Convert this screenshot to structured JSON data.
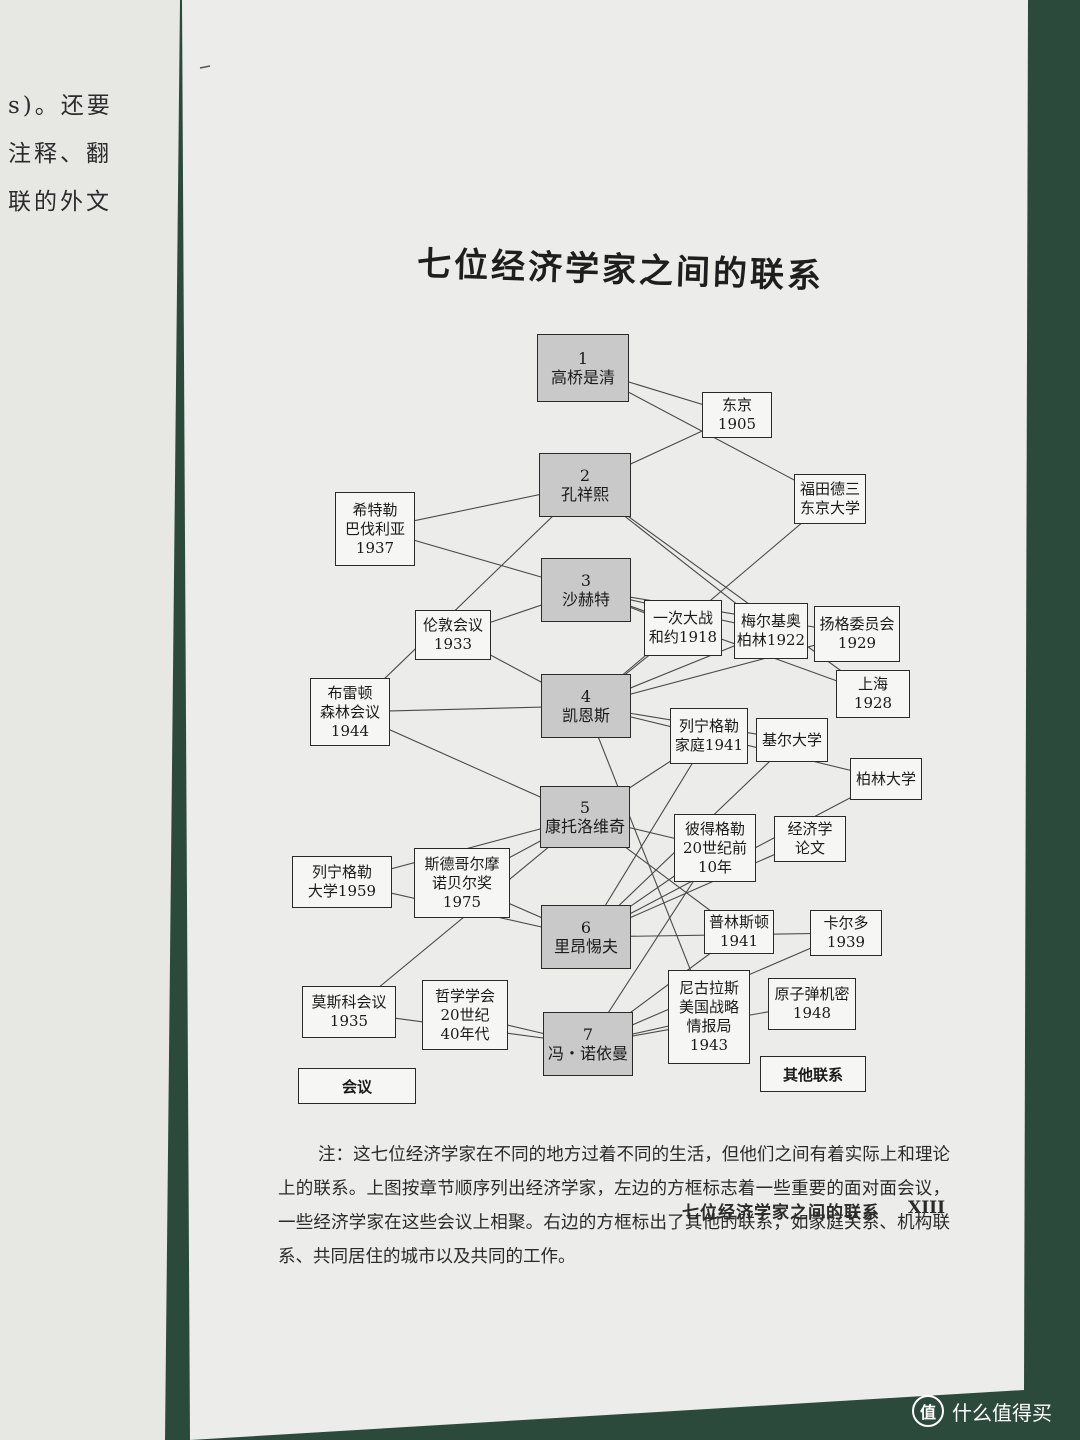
{
  "left_page": {
    "lines": [
      "s)。还要",
      "注释、翻",
      "联的外文"
    ]
  },
  "title": "七位经济学家之间的联系",
  "economists": [
    {
      "id": "e1",
      "num": "1",
      "name": "高桥是清"
    },
    {
      "id": "e2",
      "num": "2",
      "name": "孔祥熙"
    },
    {
      "id": "e3",
      "num": "3",
      "name": "沙赫特"
    },
    {
      "id": "e4",
      "num": "4",
      "name": "凯恩斯"
    },
    {
      "id": "e5",
      "num": "5",
      "name": "康托洛维奇"
    },
    {
      "id": "e6",
      "num": "6",
      "name": "里昂惕夫"
    },
    {
      "id": "e7",
      "num": "7",
      "name": "冯・诺依曼"
    }
  ],
  "meetings": [
    {
      "id": "hitler",
      "lines": [
        "希特勒",
        "巴伐利亚",
        "1937"
      ]
    },
    {
      "id": "london",
      "lines": [
        "伦敦会议",
        "1933"
      ]
    },
    {
      "id": "bretton",
      "lines": [
        "布雷顿",
        "森林会议",
        "1944"
      ]
    },
    {
      "id": "leningrad",
      "lines": [
        "列宁格勒",
        "大学1959"
      ]
    },
    {
      "id": "stockholm",
      "lines": [
        "斯德哥尔摩",
        "诺贝尔奖",
        "1975"
      ]
    },
    {
      "id": "moscow",
      "lines": [
        "莫斯科会议",
        "1935"
      ]
    },
    {
      "id": "philo",
      "lines": [
        "哲学学会",
        "20世纪",
        "40年代"
      ]
    }
  ],
  "others": [
    {
      "id": "tokyo",
      "lines": [
        "东京",
        "1905"
      ]
    },
    {
      "id": "fukuda",
      "lines": [
        "福田德三",
        "东京大学"
      ]
    },
    {
      "id": "ww1",
      "lines": [
        "一次大战",
        "和约1918"
      ]
    },
    {
      "id": "melchior",
      "lines": [
        "梅尔基奥",
        "柏林1922"
      ]
    },
    {
      "id": "young",
      "lines": [
        "扬格委员会",
        "1929"
      ]
    },
    {
      "id": "shanghai",
      "lines": [
        "上海",
        "1928"
      ]
    },
    {
      "id": "lenfam",
      "lines": [
        "列宁格勒",
        "家庭1941"
      ]
    },
    {
      "id": "kiel",
      "lines": [
        "基尔大学"
      ]
    },
    {
      "id": "berlinu",
      "lines": [
        "柏林大学"
      ]
    },
    {
      "id": "petro",
      "lines": [
        "彼得格勒",
        "20世纪前",
        "10年"
      ]
    },
    {
      "id": "thesis",
      "lines": [
        "经济学",
        "论文"
      ]
    },
    {
      "id": "princeton",
      "lines": [
        "普林斯顿",
        "1941"
      ]
    },
    {
      "id": "cardozo",
      "lines": [
        "卡尔多",
        "1939"
      ]
    },
    {
      "id": "oss",
      "lines": [
        "尼古拉斯",
        "美国战略",
        "情报局",
        "1943"
      ]
    },
    {
      "id": "atomic",
      "lines": [
        "原子弹机密",
        "1948"
      ]
    }
  ],
  "legend": {
    "meetings": "会议",
    "others": "其他联系"
  },
  "edges": [
    [
      "e1",
      "tokyo"
    ],
    [
      "e1",
      "fukuda"
    ],
    [
      "e2",
      "tokyo"
    ],
    [
      "e2",
      "hitler"
    ],
    [
      "e2",
      "bretton"
    ],
    [
      "e2",
      "melchior"
    ],
    [
      "e2",
      "shanghai"
    ],
    [
      "e3",
      "hitler"
    ],
    [
      "e3",
      "london"
    ],
    [
      "e3",
      "ww1"
    ],
    [
      "e3",
      "melchior"
    ],
    [
      "e3",
      "young"
    ],
    [
      "e3",
      "shanghai"
    ],
    [
      "e4",
      "london"
    ],
    [
      "e4",
      "bretton"
    ],
    [
      "e4",
      "ww1"
    ],
    [
      "e4",
      "melchior"
    ],
    [
      "e4",
      "young"
    ],
    [
      "e4",
      "fukuda"
    ],
    [
      "e4",
      "kiel"
    ],
    [
      "e4",
      "berlinu"
    ],
    [
      "e4",
      "oss"
    ],
    [
      "e5",
      "bretton"
    ],
    [
      "e5",
      "leningrad"
    ],
    [
      "e5",
      "stockholm"
    ],
    [
      "e5",
      "moscow"
    ],
    [
      "e5",
      "lenfam"
    ],
    [
      "e5",
      "petro"
    ],
    [
      "e5",
      "princeton"
    ],
    [
      "e6",
      "leningrad"
    ],
    [
      "e6",
      "stockholm"
    ],
    [
      "e6",
      "petro"
    ],
    [
      "e6",
      "thesis"
    ],
    [
      "e6",
      "kiel"
    ],
    [
      "e6",
      "berlinu"
    ],
    [
      "e6",
      "cardozo"
    ],
    [
      "e6",
      "lenfam"
    ],
    [
      "e7",
      "moscow"
    ],
    [
      "e7",
      "philo"
    ],
    [
      "e7",
      "princeton"
    ],
    [
      "e7",
      "oss"
    ],
    [
      "e7",
      "atomic"
    ],
    [
      "e7",
      "petro"
    ],
    [
      "e7",
      "cardozo"
    ]
  ],
  "note": "注：这七位经济学家在不同的地方过着不同的生活，但他们之间有着实际上和理论上的联系。上图按章节顺序列出经济学家，左边的方框标志着一些重要的面对面会议，一些经济学家在这些会议上相聚。右边的方框标出了其他的联系，如家庭关系、机构联系、共同居住的城市以及共同的工作。",
  "footer": "七位经济学家之间的联系",
  "page_number": "XIII",
  "watermark": {
    "icon_text": "值",
    "text": "什么值得买"
  }
}
